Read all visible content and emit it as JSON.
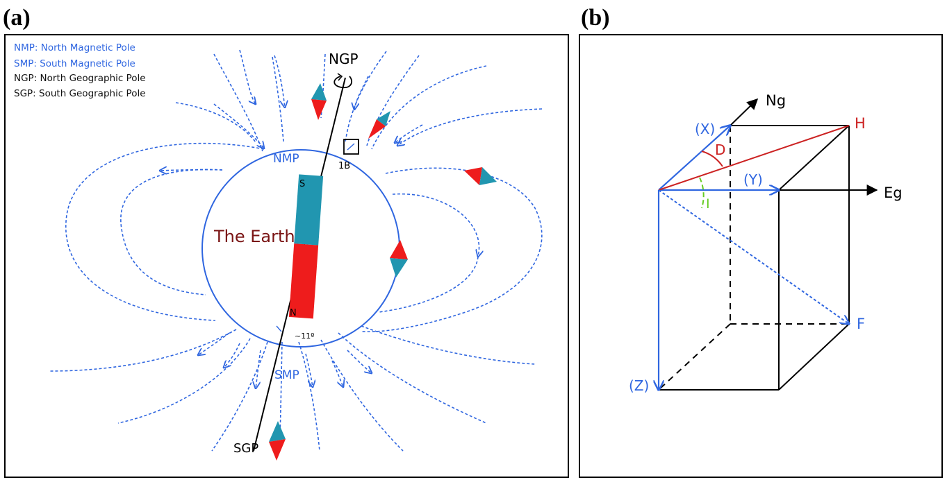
{
  "panels": {
    "a": {
      "tag": "(a)",
      "legend": [
        {
          "text": "NMP: North Magnetic Pole",
          "color": "#2f66e0"
        },
        {
          "text": "SMP: South Magnetic Pole",
          "color": "#2f66e0"
        },
        {
          "text": "NGP: North Geographic Pole",
          "color": "#111111"
        },
        {
          "text": "SGP: South Geographic Pole",
          "color": "#111111"
        }
      ],
      "earth_label": "The Earth",
      "ngp": "NGP",
      "sgp": "SGP",
      "nmp": "NMP",
      "smp": "SMP",
      "magnet_s": "S",
      "magnet_n": "N",
      "tilt": "~11º",
      "inset_ref": "1B"
    },
    "b": {
      "tag": "(b)",
      "ng": "Ng",
      "eg": "Eg",
      "x": "(X)",
      "y": "(Y)",
      "z": "(Z)",
      "h": "H",
      "f": "F",
      "d": "D",
      "i": "I"
    }
  },
  "colors": {
    "field": "#2f66e0",
    "magnet_teal": "#2196b0",
    "magnet_red": "#ee1c1c",
    "earth_text": "#7a1414",
    "h_vector": "#cc2222",
    "inclination": "#66cc22"
  }
}
